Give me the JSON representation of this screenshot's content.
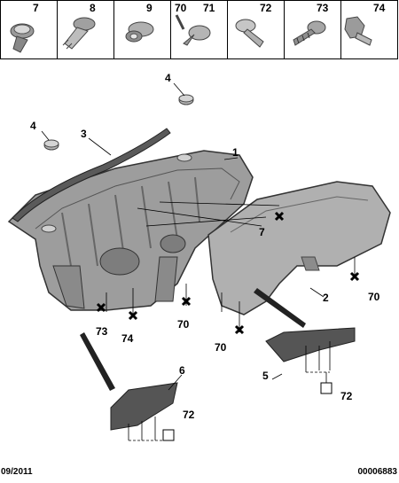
{
  "parts_strip": [
    {
      "number": "7",
      "icon": "push-rivet-icon"
    },
    {
      "number": "8",
      "icon": "plastic-clip-icon"
    },
    {
      "number": "9",
      "icon": "grommet-clip-icon"
    },
    {
      "number": "70",
      "icon": "self-tapping-screw-icon"
    },
    {
      "number": "71",
      "icon": "flange-screw-icon"
    },
    {
      "number": "72",
      "icon": "expansion-clip-icon"
    },
    {
      "number": "73",
      "icon": "washer-screw-icon"
    },
    {
      "number": "74",
      "icon": "hex-flange-bolt-icon"
    }
  ],
  "callouts": {
    "c1": "1",
    "c2": "2",
    "c3": "3",
    "c4a": "4",
    "c4b": "4",
    "c5": "5",
    "c6": "6",
    "c7": "7",
    "c70a": "70",
    "c70b": "70",
    "c70c": "70",
    "c72a": "72",
    "c72b": "72",
    "c73": "73",
    "c74": "74"
  },
  "footer": {
    "date": "09/2011",
    "reference": "00006883"
  }
}
